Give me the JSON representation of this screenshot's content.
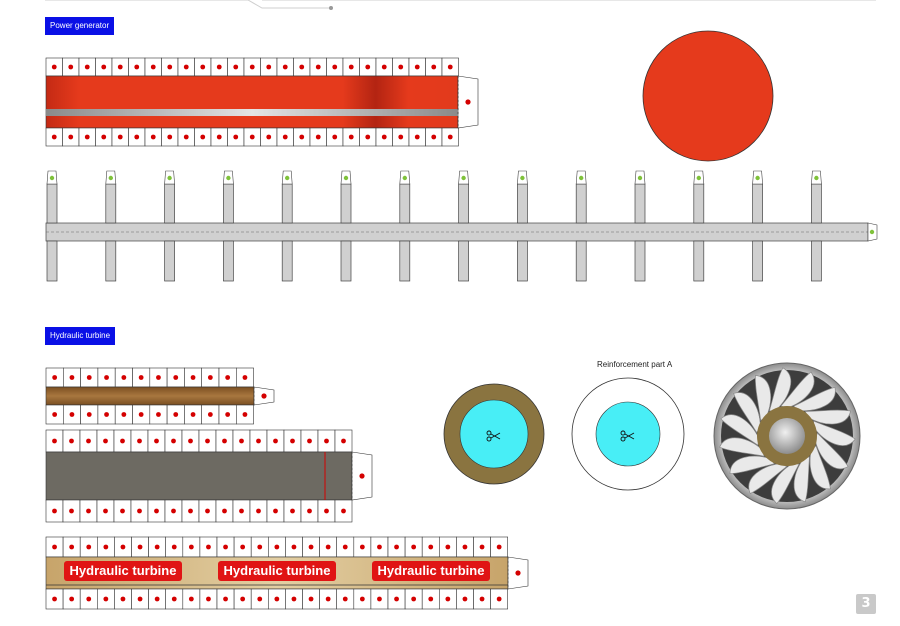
{
  "sections": {
    "power_generator": "Power generator",
    "hydraulic_turbine": "Hydraulic turbine"
  },
  "captions": {
    "reinforcement": "Reinforcement part A"
  },
  "banner_text": "Hydraulic turbine",
  "page_number": "3",
  "colors": {
    "label_blue": "#0a10e6",
    "rotor_red": "#e53a1c",
    "tab_red_dot": "#d40000",
    "brown_band": "#9b6b3a",
    "gray_band": "#6d6a62",
    "tan_band": "#d8bf8e",
    "cyan": "#48eef6",
    "olive_ring": "#8a7440"
  },
  "icons": [
    "scissors-icon",
    "scissors-icon"
  ]
}
